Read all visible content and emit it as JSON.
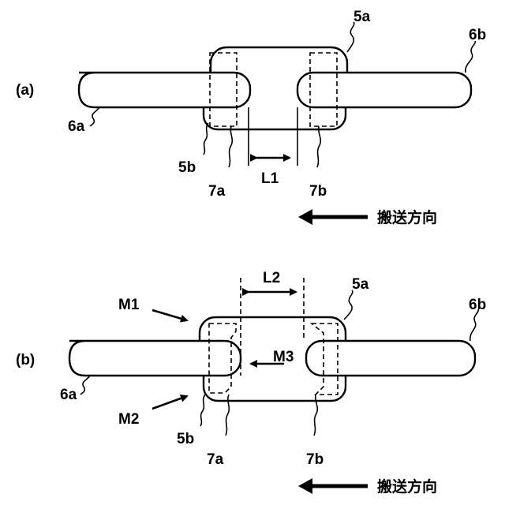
{
  "panel_a": {
    "panel_label": "(a)",
    "labels": {
      "label_5a": "5a",
      "label_6b": "6b",
      "label_6a": "6a",
      "label_5b": "5b",
      "label_7a": "7a",
      "label_7b": "7b",
      "label_l1": "L1"
    },
    "direction_text": "搬送方向"
  },
  "panel_b": {
    "panel_label": "(b)",
    "labels": {
      "label_5a": "5a",
      "label_6b": "6b",
      "label_6a": "6a",
      "label_5b": "5b",
      "label_7a": "7a",
      "label_7b": "7b",
      "label_l2": "L2",
      "label_m1": "M1",
      "label_m2": "M2",
      "label_m3": "M3"
    },
    "direction_text": "搬送方向"
  }
}
